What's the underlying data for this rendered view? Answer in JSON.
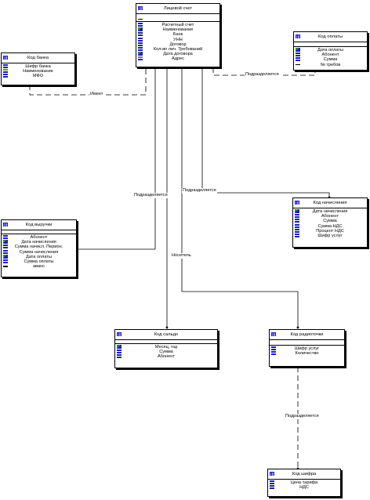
{
  "entities": {
    "personal_account": {
      "title": "Лицевой счет",
      "attributes": [
        {
          "label": "Расчетный счет",
          "icon": "attr-icon"
        },
        {
          "label": "Наименование",
          "icon": "date-icon"
        },
        {
          "label": "Банк",
          "icon": "attr-icon"
        },
        {
          "label": "УНН",
          "icon": "attr-icon"
        },
        {
          "label": "Договор",
          "icon": "attr-icon"
        },
        {
          "label": "Кол-во лич. Требований",
          "icon": "attr-icon"
        },
        {
          "label": "Дата договора",
          "icon": "date-icon"
        },
        {
          "label": "Адрес",
          "icon": "fk-icon"
        }
      ]
    },
    "bank_code": {
      "title": "Код банка",
      "attributes": [
        {
          "label": "Шифр банка",
          "icon": "attr-icon"
        },
        {
          "label": "Наименование",
          "icon": "fk-icon"
        },
        {
          "label": "МФО",
          "icon": "attr-icon"
        }
      ]
    },
    "payment_code": {
      "title": "Код оплаты",
      "attributes": [
        {
          "label": "Дата оплаты",
          "icon": "date-icon"
        },
        {
          "label": "Абонент",
          "icon": "attr-icon"
        },
        {
          "label": "Сумма",
          "icon": "attr-icon"
        },
        {
          "label": "№ требов",
          "icon": "dash-icon"
        }
      ]
    },
    "accrual_code": {
      "title": "Код начисления",
      "attributes": [
        {
          "label": "Дата начисления",
          "icon": "date-icon"
        },
        {
          "label": "Абонент",
          "icon": "attr-icon"
        },
        {
          "label": "Сумма",
          "icon": "attr-icon"
        },
        {
          "label": "Сумма НДС",
          "icon": "attr-icon"
        },
        {
          "label": "Процент НДС",
          "icon": "attr-icon"
        },
        {
          "label": "Шифр услуг",
          "icon": "attr-icon"
        }
      ]
    },
    "revenue_code": {
      "title": "Код выручки",
      "attributes": [
        {
          "label": "Абонент",
          "icon": "attr-icon"
        },
        {
          "label": "Дата начисления",
          "icon": "date-icon"
        },
        {
          "label": "Сумма начисл. Перион.",
          "icon": "attr-icon"
        },
        {
          "label": "Сумма начисления",
          "icon": "attr-icon"
        },
        {
          "label": "Дата оплаты",
          "icon": "date-icon"
        },
        {
          "label": "Сумма оплаты",
          "icon": "attr-icon"
        },
        {
          "label": "аванс",
          "icon": "dash-icon"
        }
      ]
    },
    "balance_code": {
      "title": "Код сальдо",
      "attributes": [
        {
          "label": "Месяц, год",
          "icon": "date-icon"
        },
        {
          "label": "Сумма",
          "icon": "attr-icon"
        },
        {
          "label": "Абонент",
          "icon": "attr-icon"
        }
      ]
    },
    "radio_point_code": {
      "title": "Код радиоточки",
      "attributes": [
        {
          "label": "Шифр услуг",
          "icon": "attr-icon"
        },
        {
          "label": "Количество",
          "icon": "attr-icon"
        }
      ]
    },
    "cipher_code": {
      "title": "Код шифра",
      "attributes": [
        {
          "label": "Цена тарифа",
          "icon": "attr-icon"
        },
        {
          "label": "НДС",
          "icon": "attr-icon"
        }
      ]
    }
  },
  "relationships": {
    "has": "Имеет",
    "subdivided_payment": "Подразделяется",
    "subdivided_accrual": "Подразделяется",
    "subdivided_revenue": "Подразделяется",
    "carrier": "Носитель",
    "subdivided_cipher": "Подразделяется"
  }
}
